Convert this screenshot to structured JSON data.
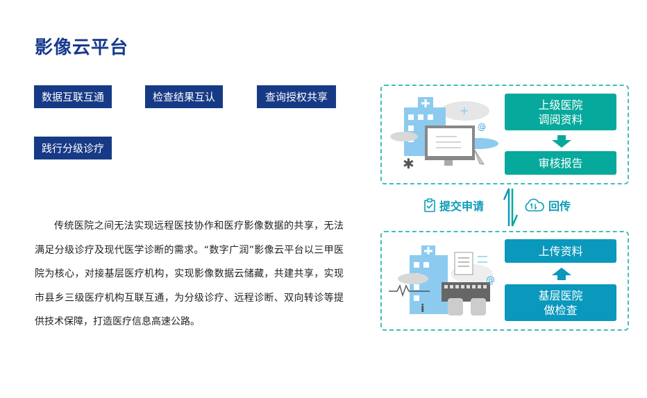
{
  "title": "影像云平台",
  "tags": [
    "数据互联互通",
    "检查结果互认",
    "查询授权共享",
    "践行分级诊疗"
  ],
  "paragraph": "传统医院之间无法实现远程医技协作和医疗影像数据的共享，无法满足分级诊疗及现代医学诊断的需求。“数字广润”影像云平台以三甲医院为核心，对接基层医疗机构，实现影像数据云储藏，共建共享，实现市县乡三级医疗机构互联互通，为分级诊疗、远程诊断、双向转诊等提供技术保障，打造医疗信息高速公路。",
  "diagram": {
    "top": {
      "box1_line1": "上级医院",
      "box1_line2": "调阅资料",
      "box2": "审核报告"
    },
    "middle": {
      "submit": "提交申请",
      "return": "回传"
    },
    "bottom": {
      "box1": "上传资料",
      "box2_line1": "基层医院",
      "box2_line2": "做检查"
    }
  },
  "colors": {
    "navy": "#173a86",
    "teal": "#06a99b",
    "blue": "#0a98bd"
  }
}
